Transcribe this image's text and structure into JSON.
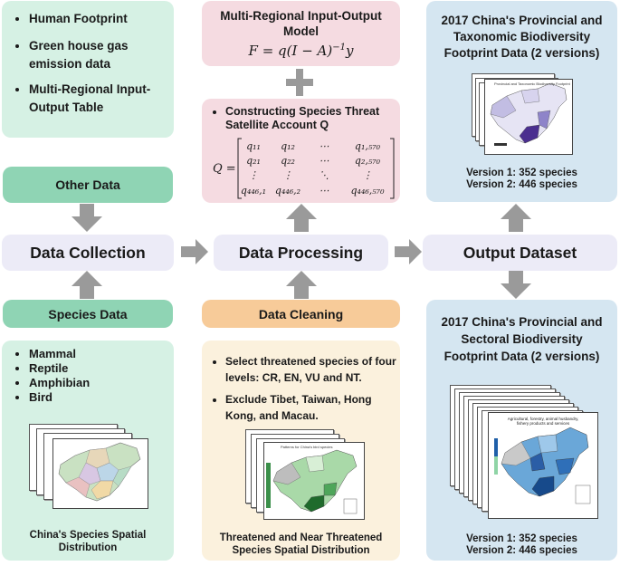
{
  "inputs_box": {
    "items": [
      "Human Footprint",
      "Green house gas emission data",
      "Multi-Regional Input-Output Table"
    ]
  },
  "other_data": {
    "label": "Other Data"
  },
  "data_collection": {
    "label": "Data Collection"
  },
  "species_data": {
    "label": "Species Data"
  },
  "species_box": {
    "items": [
      "Mammal",
      "Reptile",
      "Amphibian",
      "Bird"
    ],
    "caption_line1": "China's Species Spatial",
    "caption_line2": "Distribution"
  },
  "mrio_box": {
    "title_line1": "Multi-Regional Input-Output",
    "title_line2": "Model",
    "formula_lhs": "F = q",
    "formula_paren": "(I − A)",
    "formula_exp": "−1",
    "formula_tail": "y"
  },
  "threat_box": {
    "title_line1": "Constructing Species Threat",
    "title_line2": "Satellite Account Q",
    "q_label": "Q =",
    "matrix": [
      [
        "q₁₁",
        "q₁₂",
        "⋯",
        "q₁,₅₇₀"
      ],
      [
        "q₂₁",
        "q₂₂",
        "⋯",
        "q₂,₅₇₀"
      ],
      [
        "⋮",
        "⋮",
        "⋱",
        "⋮"
      ],
      [
        "q₄₄₆,₁",
        "q₄₄₆,₂",
        "⋯",
        "q₄₄₆,₅₇₀"
      ]
    ]
  },
  "data_processing": {
    "label": "Data Processing"
  },
  "data_cleaning": {
    "label": "Data Cleaning"
  },
  "cleaning_box": {
    "item1_line1": "Select  threatened species of four",
    "item1_line2": "levels: CR, EN, VU and NT.",
    "item2_line1": "Exclude Tibet, Taiwan, Hong",
    "item2_line2": "Kong, and Macau.",
    "map_title": "Patterns for China's bird species",
    "caption_line1": "Threatened and Near Threatened",
    "caption_line2": "Species Spatial Distribution"
  },
  "output_dataset": {
    "label": "Output Dataset"
  },
  "output_top": {
    "title_line1": "2017 China's Provincial and",
    "title_line2": "Taxonomic Biodiversity",
    "title_line3": "Footprint Data (2 versions)",
    "map_title": "Provincial and Taxonomic Biodiversity Footprint",
    "version1": "Version 1: 352 species",
    "version2": "Version 2: 446 species"
  },
  "output_bottom": {
    "title_line1": "2017 China's Provincial and",
    "title_line2": "Sectoral Biodiversity",
    "title_line3": "Footprint Data (2 versions)",
    "map_title_line1": "Agricultural, forestry, animal husbandry,",
    "map_title_line2": "fishery products and services",
    "version1": "Version 1: 352 species",
    "version2": "Version 2: 446 species"
  },
  "colors": {
    "green_light": "#d6f1e4",
    "green_mid": "#8fd4b4",
    "pink": "#f5dbe1",
    "orange": "#f7cb99",
    "cream": "#fbf1dd",
    "blue": "#d5e6f1",
    "lavender": "#ecebf7",
    "arrow_gray": "#9a9a9a"
  }
}
